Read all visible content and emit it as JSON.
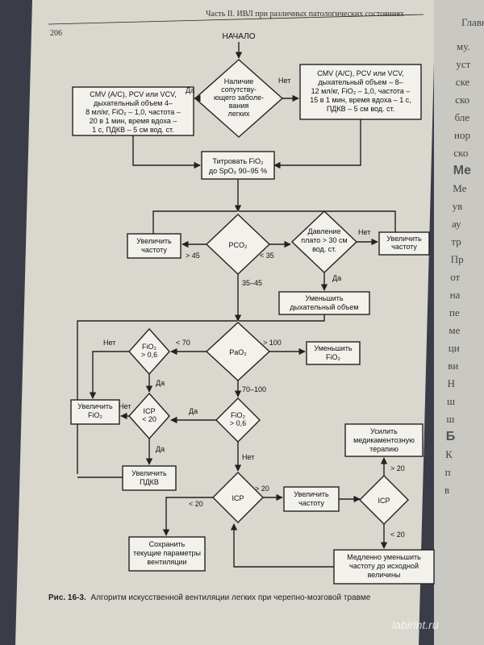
{
  "header": {
    "page_number": "206",
    "running_title": "Часть II. ИВЛ при различных патологических состояниях"
  },
  "right_page": {
    "heading": "Главн",
    "lines": [
      "му.",
      "уст",
      "ске",
      "ско",
      "бле",
      "нор",
      "ско",
      "Ме",
      "Ме",
      "ув",
      "ау",
      "тр",
      "Пр",
      "от",
      "на",
      "пе",
      "ме",
      "ци",
      "ви",
      "Н",
      "ш",
      "ш",
      "Б",
      "К",
      "п",
      "в"
    ]
  },
  "diagram": {
    "start": "НАЧАЛО",
    "d_lung": [
      "Наличие",
      "сопутству-",
      "ющего заболе-",
      "вания",
      "легких"
    ],
    "box_cmv_yes": [
      "CMV (A/C), PCV или VCV,",
      "дыхательный объем 4–",
      "8 мл/кг, FiO₂ – 1,0, частота –",
      "20 в 1 мин, время вдоха –",
      "1 с, ПДКВ – 5 см вод. ст."
    ],
    "box_cmv_no": [
      "CMV (A/C), PCV или VCV,",
      "дыхательный объем – 8–",
      "12 мл/кг, FiO₂ – 1,0, частота –",
      "15 в 1 мин, время вдоха – 1 с,",
      "ПДКВ – 5 см вод. ст."
    ],
    "box_titrate": [
      "Титровать FiO₂",
      "до SpO₂ 90–95 %"
    ],
    "d_pco2": "PCO₂",
    "box_inc_rate_left": [
      "Увеличить",
      "частоту"
    ],
    "d_plateau": [
      "Давление",
      "плато > 30 см",
      "вод. ст."
    ],
    "box_inc_rate_right": [
      "Увеличить",
      "частоту"
    ],
    "box_dec_vt": [
      "Уменьшить",
      "дыхательный объем"
    ],
    "d_pao2": "PaO₂",
    "d_fio2_a": [
      "FiO₂",
      "> 0,6"
    ],
    "box_dec_fio2": [
      "Уменьшить",
      "FiO₂"
    ],
    "box_inc_fio2": [
      "Увеличить",
      "FiO₂"
    ],
    "d_icp_a": [
      "ICP",
      "< 20"
    ],
    "d_fio2_b": [
      "FiO₂",
      "> 0,6"
    ],
    "box_inc_peep": [
      "Увеличить",
      "ПДКВ"
    ],
    "d_icp_b": "ICP",
    "box_inc_rate_bottom": [
      "Увеличить",
      "частоту"
    ],
    "d_icp_c": "ICP",
    "box_med": [
      "Усилить",
      "медикаментозную",
      "терапию"
    ],
    "box_keep": [
      "Сохранить",
      "текущие параметры",
      "вентиляции"
    ],
    "box_slow": [
      "Медленно уменьшить",
      "частоту до исходной",
      "величины"
    ],
    "labels": {
      "yes": "Да",
      "no": "Нет",
      "gt45": "> 45",
      "lt35": "< 35",
      "r3545": "35–45",
      "lt70": "< 70",
      "gt100": "> 100",
      "r70100": "70–100",
      "gt20": "> 20",
      "lt20": "< 20"
    }
  },
  "caption": {
    "label": "Рис. 16-3.",
    "text": "Алгоритм искусственной вентиляции легких при черепно-мозговой травме"
  },
  "watermark": "labirint.ru"
}
